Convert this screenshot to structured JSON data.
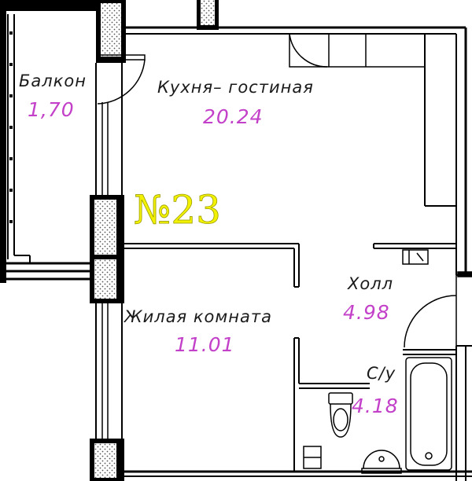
{
  "plan": {
    "apartment_number": "№23",
    "colors": {
      "wall": "#000000",
      "area_text": "#c341c9",
      "apartment_number": "#f2f200",
      "room_name_text": "#1a1a1a"
    },
    "rooms": [
      {
        "id": "balcony",
        "name": "Балкон",
        "area": "1,70"
      },
      {
        "id": "kitchen-living",
        "name": "Кухня– гостиная",
        "area": "20.24"
      },
      {
        "id": "hall",
        "name": "Холл",
        "area": "4.98"
      },
      {
        "id": "living-room",
        "name": "Жилая  комната",
        "area": "11.01"
      },
      {
        "id": "bathroom",
        "name": "С/у",
        "area": "4.18"
      }
    ]
  }
}
